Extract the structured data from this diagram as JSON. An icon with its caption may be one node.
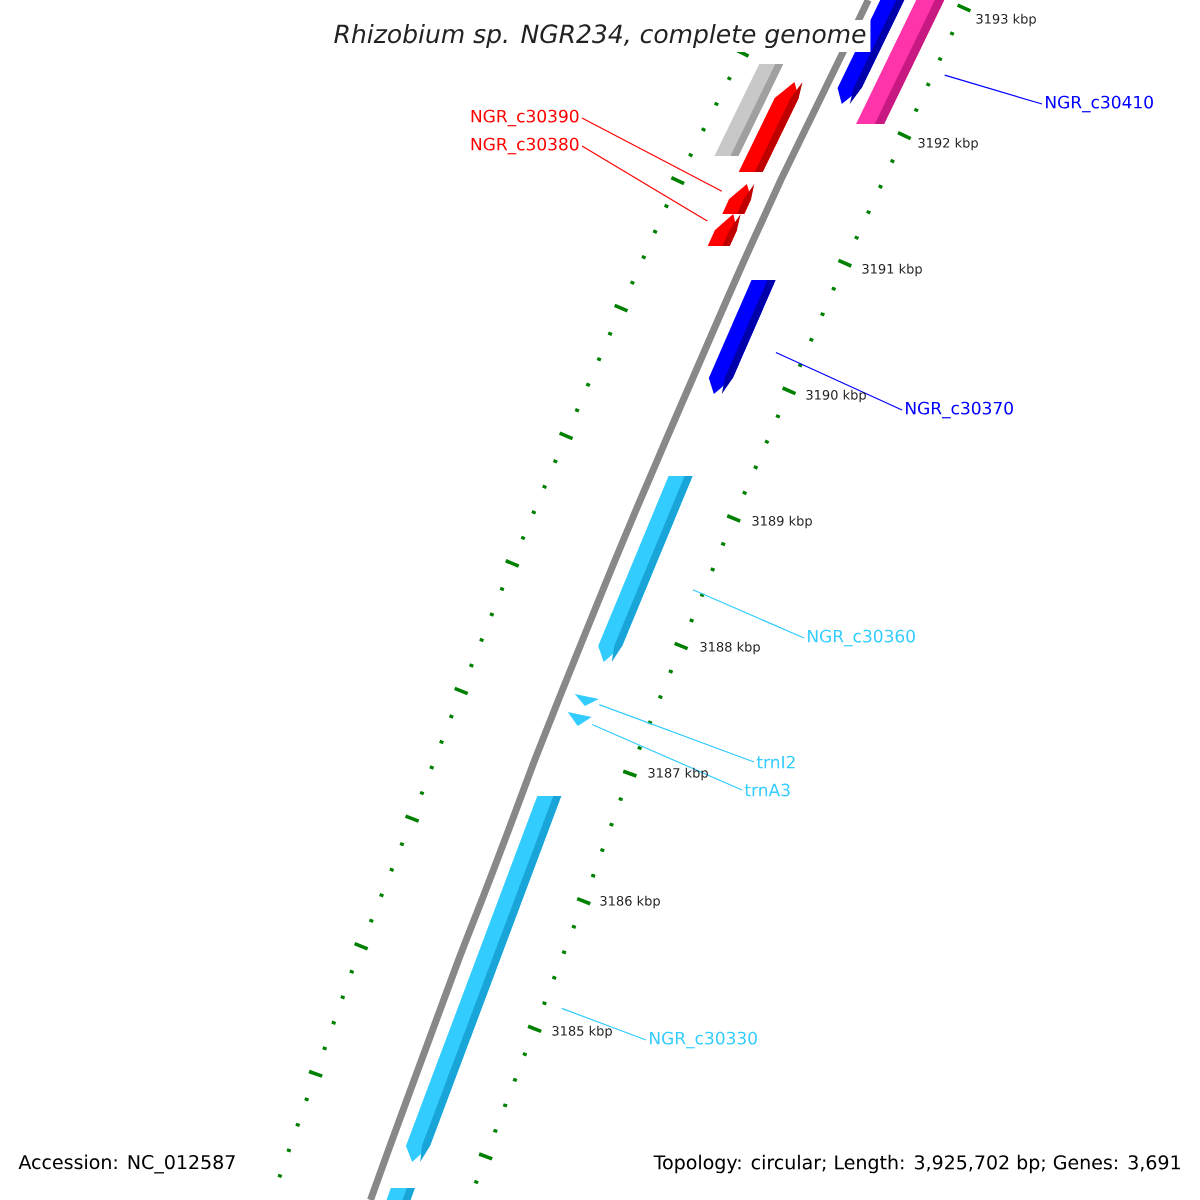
{
  "diagram": {
    "title": "Rhizobium sp. NGR234, complete genome",
    "nodes": [
      {
        "text": [
          "NGR_c30390"
        ]
      },
      {
        "text": [
          "NGR_c30380"
        ]
      },
      {
        "text": [
          "NGR_c30410"
        ]
      },
      {
        "text": [
          "NGR_c30370"
        ]
      },
      {
        "text": [
          "NGR_c30360"
        ]
      },
      {
        "text": [
          "trnI2"
        ]
      },
      {
        "text": [
          "trnA3"
        ]
      },
      {
        "text": [
          "NGR_c30330"
        ]
      },
      {
        "text": [],
        "shape": "bar"
      },
      {
        "text": [],
        "shape": "bar"
      },
      {
        "text": [],
        "shape": "bar"
      },
      {
        "text": [],
        "shape": "bar"
      },
      {
        "text": [],
        "shape": "bar"
      },
      {
        "text": [],
        "shape": "bar"
      },
      {
        "text": [],
        "shape": "bar"
      },
      {
        "text": [],
        "shape": "bar"
      },
      {
        "text": [],
        "shape": "bar"
      },
      {
        "text": [],
        "shape": "bar"
      },
      {
        "text": [],
        "shape": "bar"
      },
      {
        "text": [],
        "shape": "bar"
      }
    ],
    "edges": [
      {
        "from": 0,
        "to": 12,
        "arrow": "none",
        "color": "#ff0000"
      },
      {
        "from": 1,
        "to": 13,
        "arrow": "none",
        "color": "#ff0000"
      },
      {
        "from": 2,
        "to": 9,
        "arrow": "none",
        "color": "#0000ff"
      },
      {
        "from": 3,
        "to": 14,
        "arrow": "none",
        "color": "#0000ff"
      },
      {
        "from": 4,
        "to": 15,
        "arrow": "none"
      },
      {
        "from": 5,
        "to": 16,
        "arrow": "none"
      },
      {
        "from": 6,
        "to": 17,
        "arrow": "none"
      },
      {
        "from": 7,
        "to": 18,
        "arrow": "none"
      }
    ],
    "labels": [
      "3193 kbp",
      "3192 kbp",
      "3191 kbp",
      "3190 kbp",
      "3189 kbp",
      "3188 kbp",
      "3187 kbp",
      "3186 kbp",
      "3185 kbp",
      "Accession: NC_012587",
      "Topology: circular; Length: 3,925,702 bp; Genes: 3,691"
    ]
  }
}
